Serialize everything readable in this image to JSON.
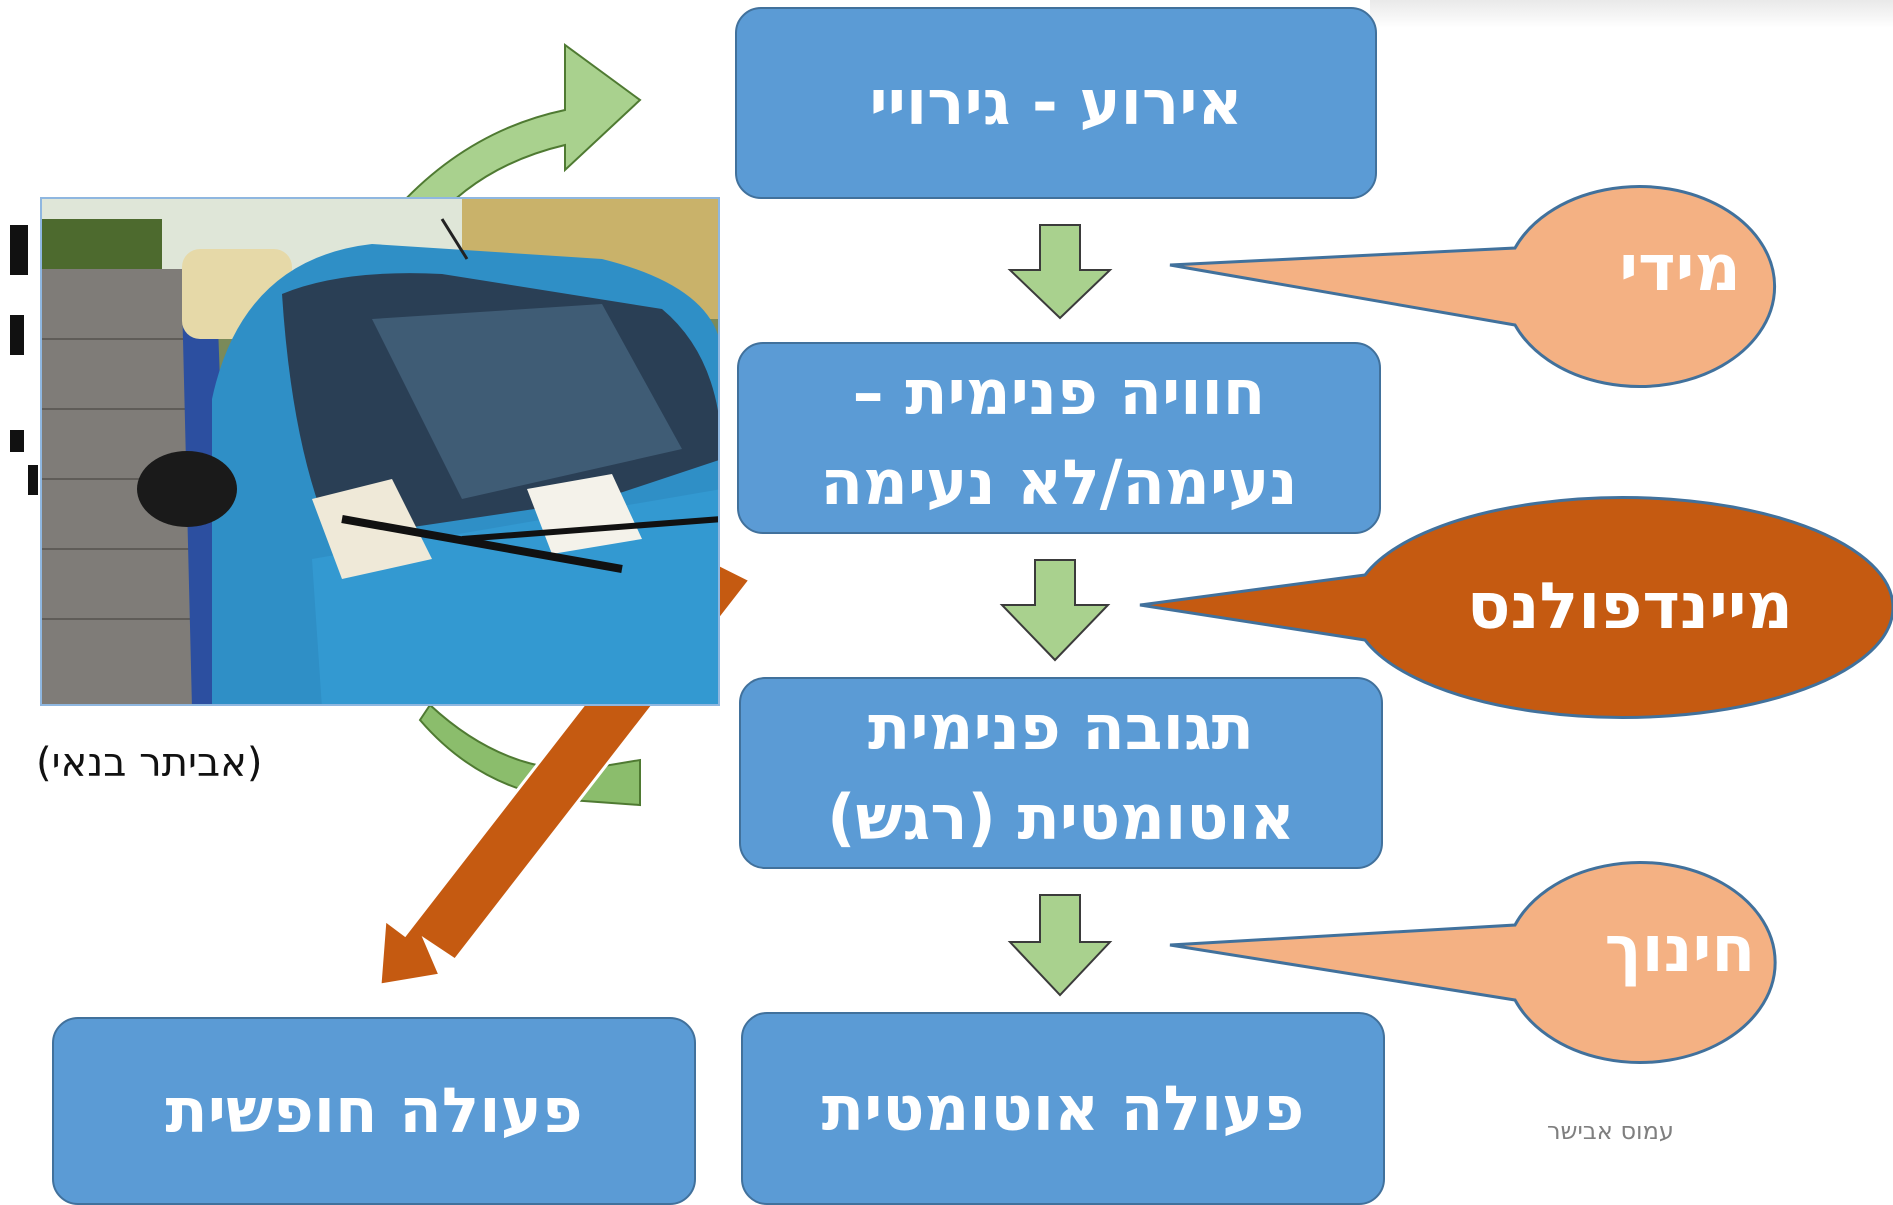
{
  "boxes": {
    "event": "אירוע - גירויי",
    "experience_line1": "חוויה פנימית –",
    "experience_line2": "נעימה/לא נעימה",
    "reaction_line1": "תגובה פנימית",
    "reaction_line2": "אוטומטית (רגש)",
    "auto_action": "פעולה אוטומטית",
    "free_action": "פעולה חופשית"
  },
  "bubbles": {
    "media": "מידי",
    "mindfulness": "מיינדפולנס",
    "education": "חינוך"
  },
  "photo_credit": "(אביתר בנאי)",
  "author": "עמוס אבישר",
  "colors": {
    "box_fill": "#5b9bd5",
    "box_border": "#41719c",
    "down_arrow_fill": "#a9d18e",
    "cycle_arrow_fill": "#a9d18e",
    "light_bubble": "#f4b183",
    "dark_bubble": "#c55a11",
    "free_arrow": "#c55a11"
  }
}
